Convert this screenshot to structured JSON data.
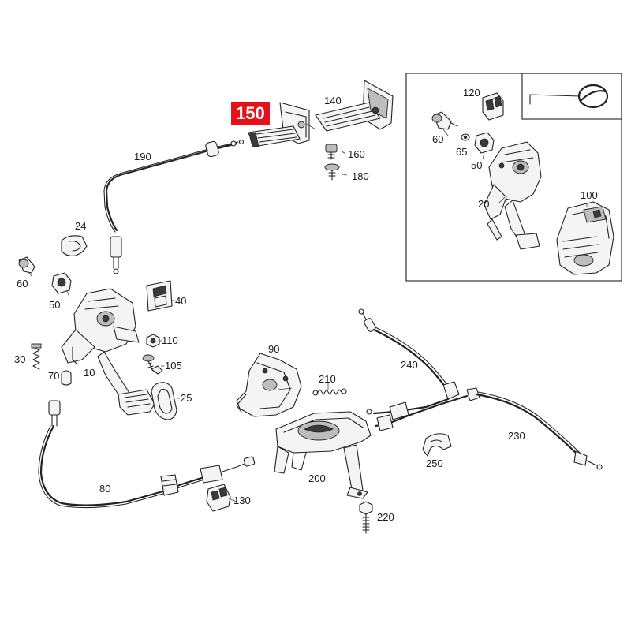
{
  "callouts": {
    "c150": "150",
    "c140": "140",
    "c160": "160",
    "c180": "180",
    "c190": "190",
    "c24": "24",
    "c60a": "60",
    "c50a": "50",
    "c40": "40",
    "c110": "110",
    "c105": "105",
    "c30": "30",
    "c70": "70",
    "c10": "10",
    "c25": "25",
    "c90": "90",
    "c210": "210",
    "c240": "240",
    "c230": "230",
    "c250": "250",
    "c200": "200",
    "c80": "80",
    "c130": "130",
    "c220": "220",
    "c120": "120",
    "c60b": "60",
    "c65": "65",
    "c50b": "50",
    "c20": "20",
    "c100": "100"
  },
  "colors": {
    "highlight": "#e8101a",
    "line": "#222222",
    "background": "#ffffff"
  }
}
